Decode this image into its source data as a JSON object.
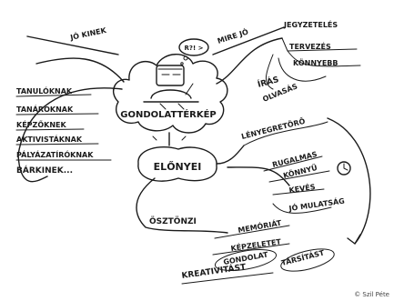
{
  "center": {
    "title": "GONDOLATTÉRKÉP",
    "thought": "R?! >"
  },
  "who": {
    "label": "JÓ KINEK",
    "items": [
      "TANULÓKNAK",
      "TANÁROKNAK",
      "KÉPZŐKNEK",
      "AKTIVISTÁKNAK",
      "PÁLYÁZATÍRÓKNAK",
      "BÁRKINEK..."
    ]
  },
  "what": {
    "label": "MIRE JÓ",
    "items": [
      "JEGYZETELÉS",
      "TERVEZÉS",
      "KÖNNYEBB",
      "ÍRÁS",
      "OLVASÁS"
    ]
  },
  "benefits": {
    "label": "ELŐNYEI",
    "items": [
      "LÉNYEGRETÖRŐ",
      "RUGALMAS",
      "KÖNNYŰ",
      "KEVÉS",
      "JÓ MULATSÁG"
    ]
  },
  "motivates": {
    "label": "ÖSZTÖNZI",
    "items": [
      "MEMÓRIÁT",
      "KÉPZELETET",
      "GONDOLAT",
      "TÁRSÍTÁST",
      "KREATIVITÁST"
    ]
  },
  "copyright": "© Szil Péte"
}
